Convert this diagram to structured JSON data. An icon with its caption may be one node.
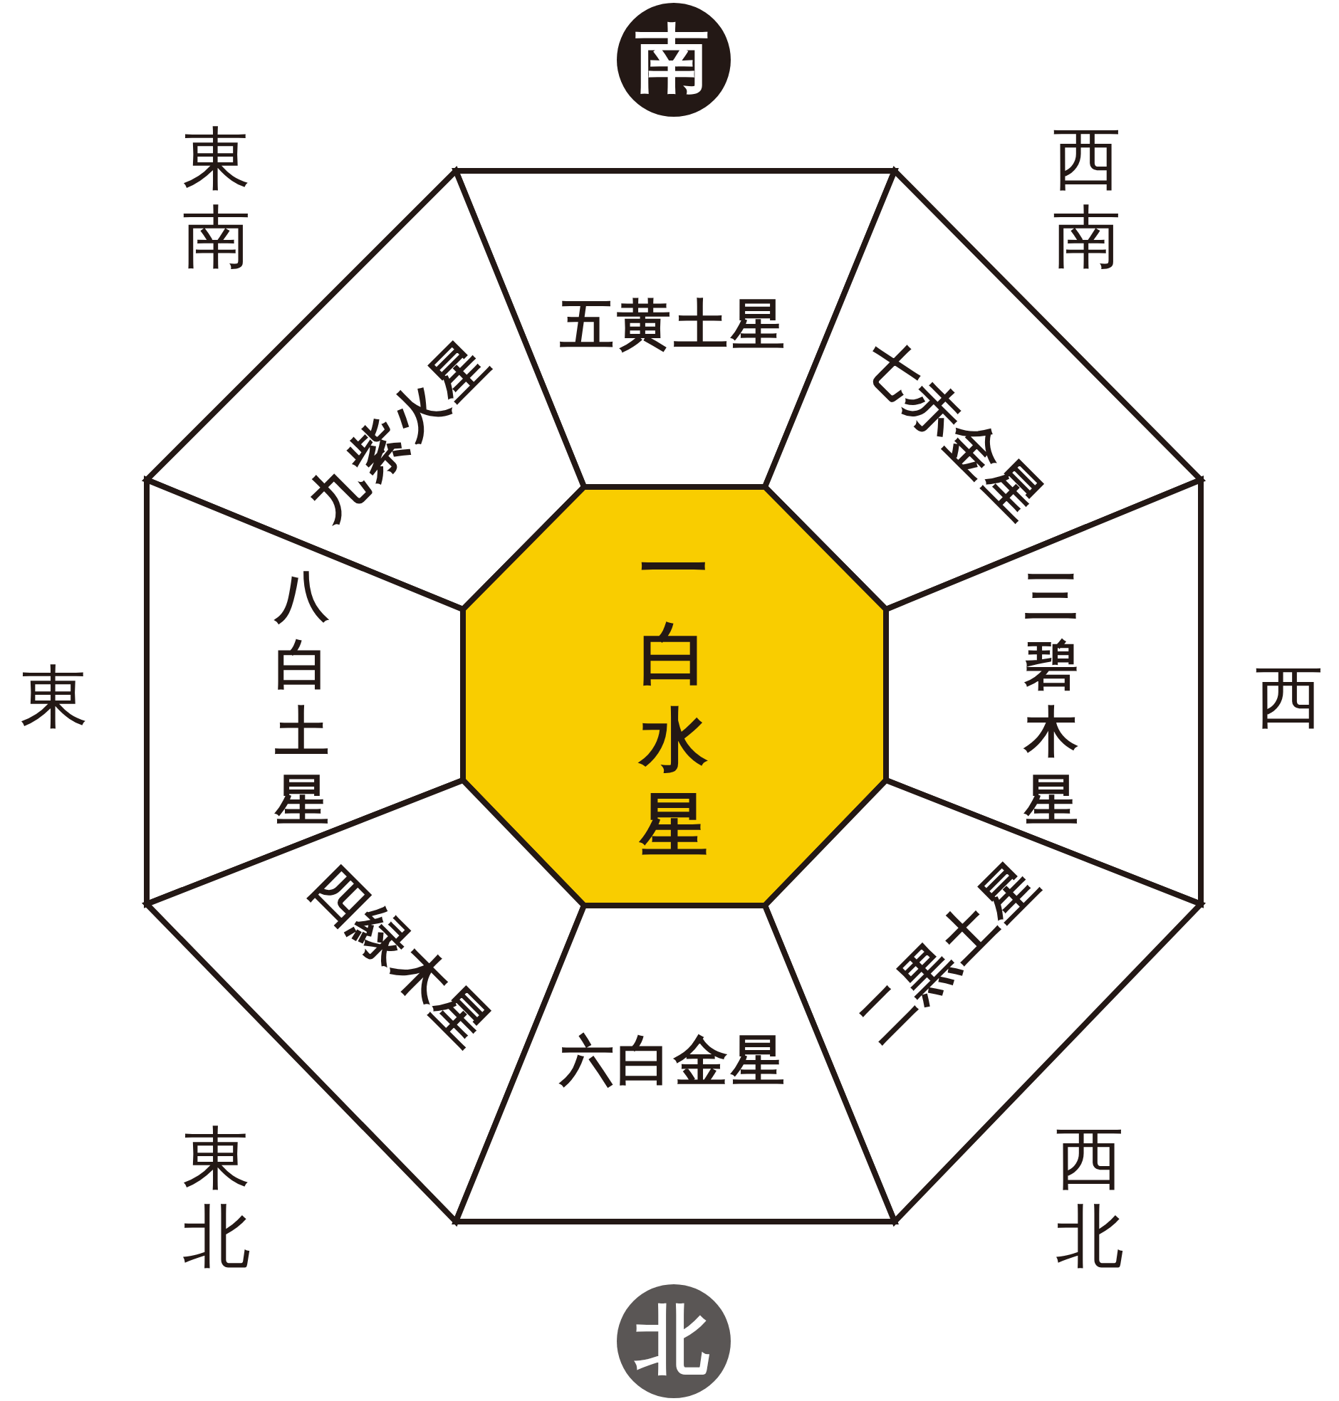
{
  "diagram": {
    "nodes": [
      {
        "text": [
          "南"
        ]
      },
      {
        "text": [
          "五黄土星"
        ]
      },
      {
        "text": [
          "九紫火星"
        ]
      },
      {
        "text": [
          "七赤金星"
        ]
      },
      {
        "text": [
          "一白水星"
        ]
      },
      {
        "text": [
          "八白土星"
        ]
      },
      {
        "text": [
          "三碧木星"
        ]
      },
      {
        "text": [
          "四緑木星"
        ]
      },
      {
        "text": [
          "二黒土星"
        ]
      },
      {
        "text": [
          "六白金星"
        ]
      },
      {
        "text": [
          "北"
        ]
      }
    ],
    "edges": [],
    "labels": [
      "東南",
      "西南",
      "東",
      "西",
      "東北",
      "西北"
    ]
  }
}
